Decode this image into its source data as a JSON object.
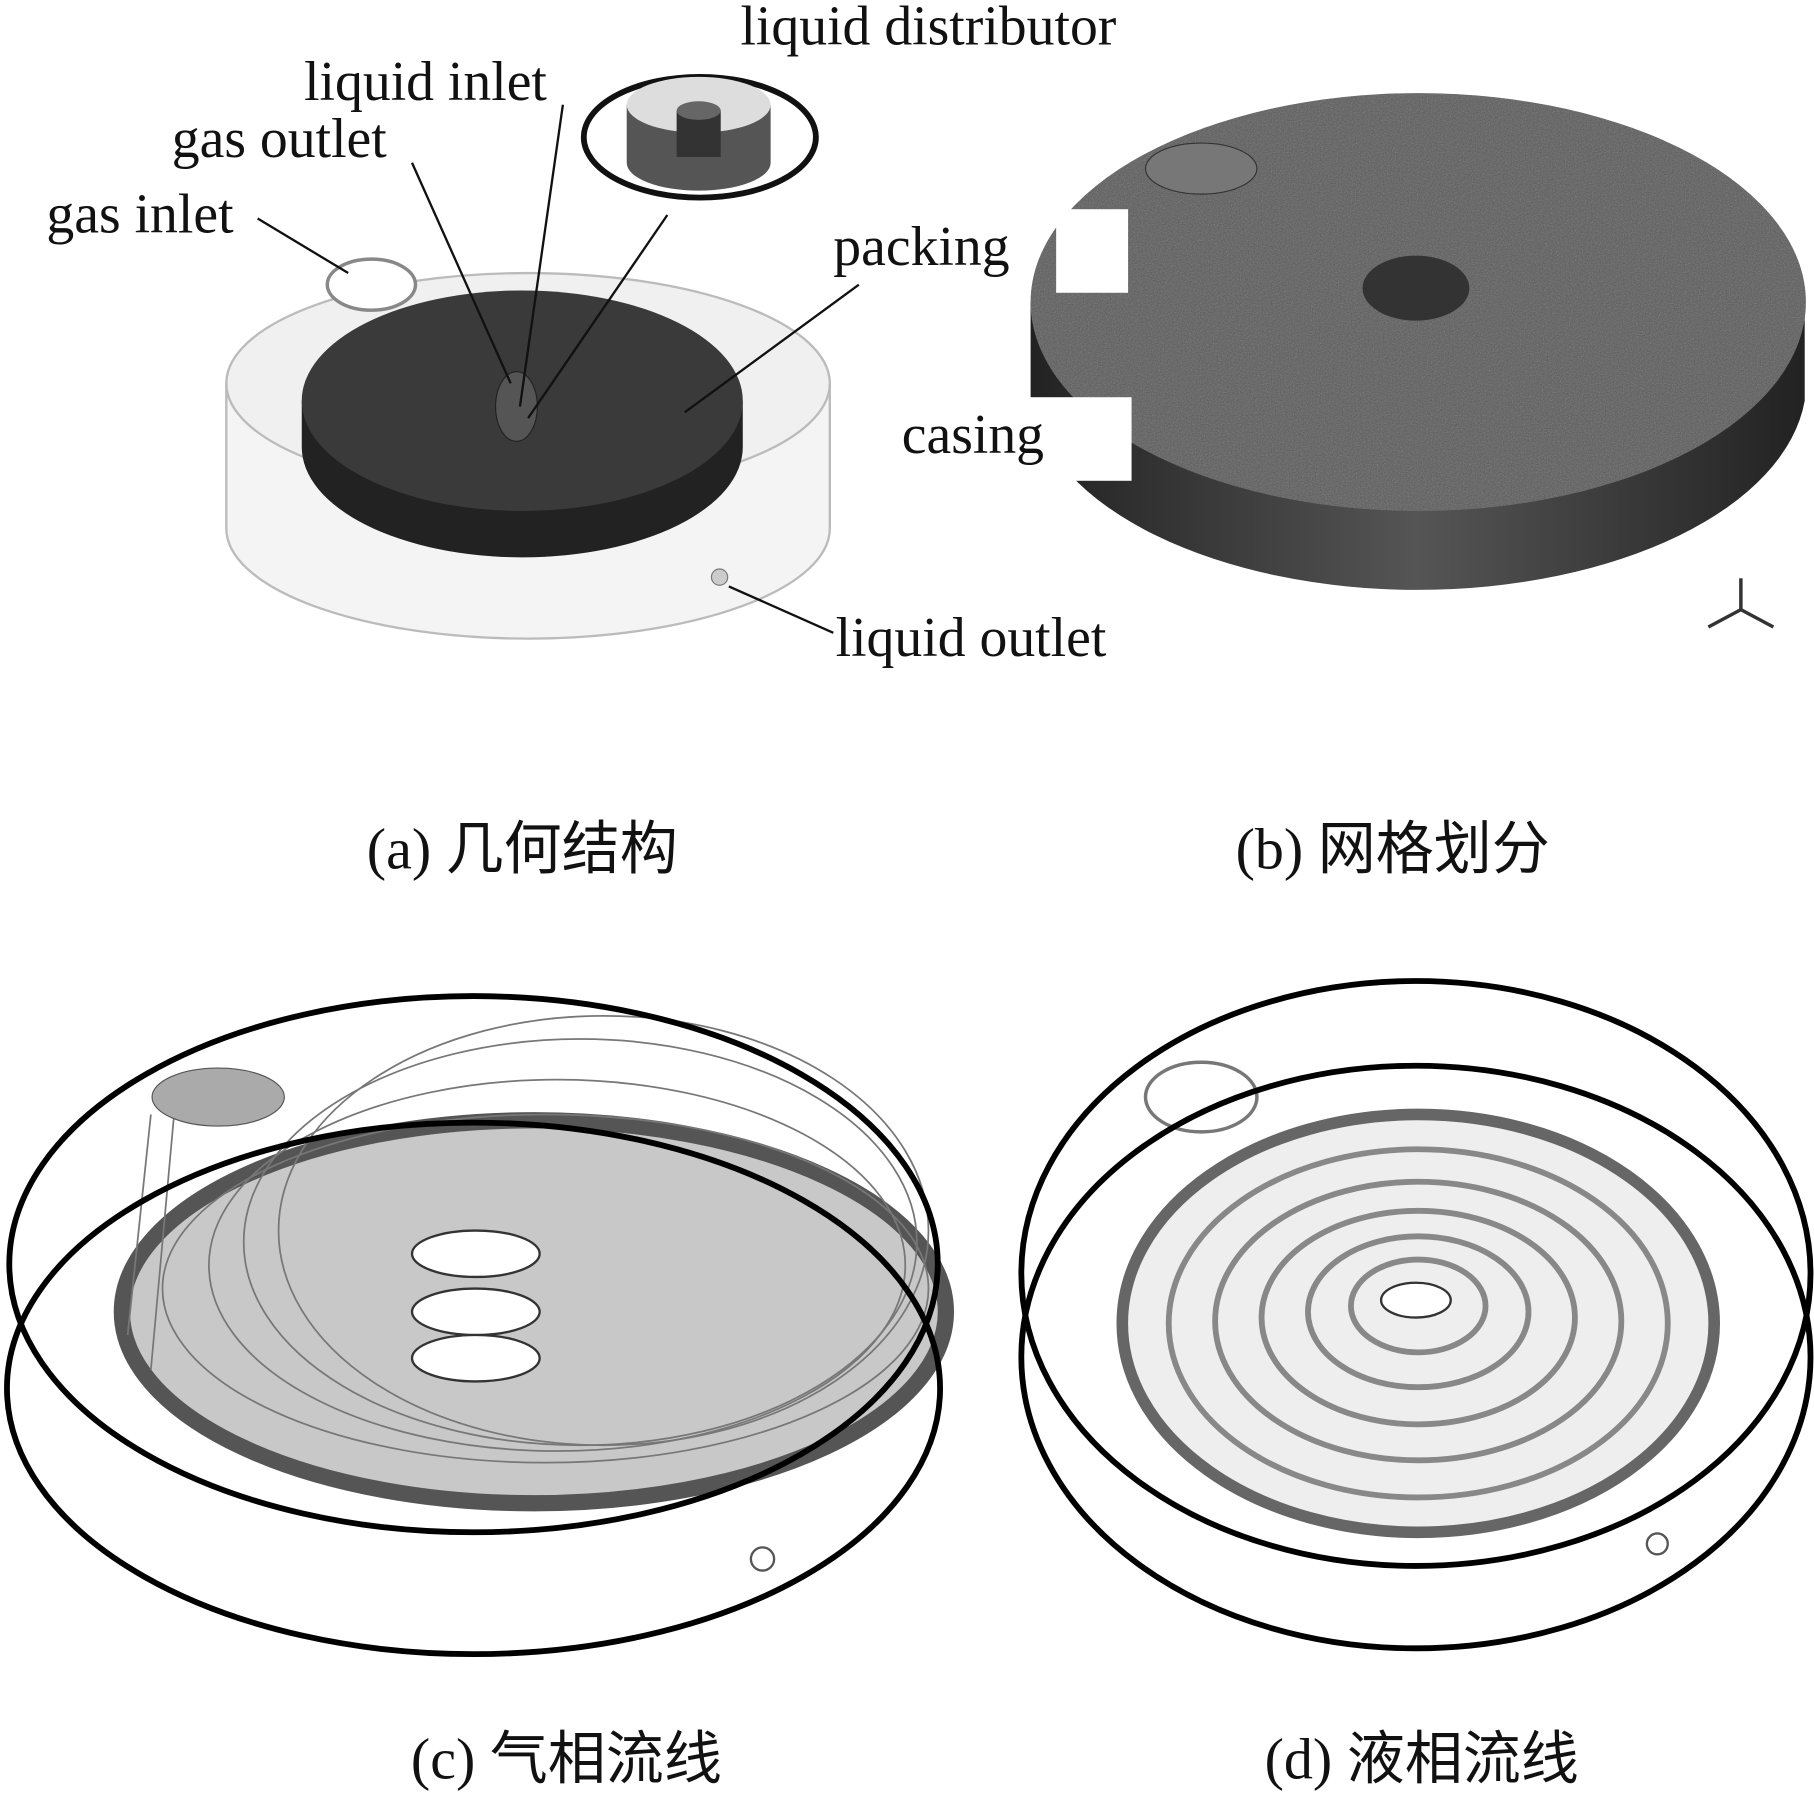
{
  "panel_a": {
    "labels": {
      "liquid_distributor": "liquid distributor",
      "liquid_inlet": "liquid inlet",
      "gas_outlet": "gas outlet",
      "gas_inlet": "gas inlet",
      "packing": "packing",
      "liquid_outlet": "liquid outlet"
    },
    "caption": "(a) 几何结构"
  },
  "panel_b": {
    "labels": {
      "casing": "casing"
    },
    "caption": "(b) 网格划分"
  },
  "panel_c": {
    "caption": "(c) 气相流线"
  },
  "panel_d": {
    "caption": "(d) 液相流线"
  },
  "colors": {
    "dark": "#3a3a3a",
    "mesh": "#555555",
    "line": "#000000"
  }
}
